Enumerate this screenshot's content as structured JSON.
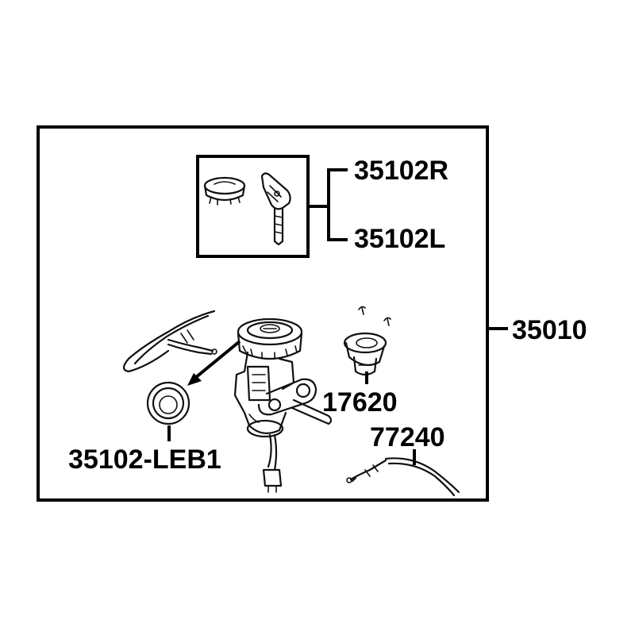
{
  "diagram": {
    "labels": {
      "assembly_set": "35010",
      "ignition_key_right": "35102R",
      "ignition_key_left": "35102L",
      "key_cylinder_ring": "35102-LEB1",
      "seat_lock": "17620",
      "seat_lock_cable": "77240"
    },
    "colors": {
      "line": "#000000",
      "background": "#ffffff"
    }
  }
}
